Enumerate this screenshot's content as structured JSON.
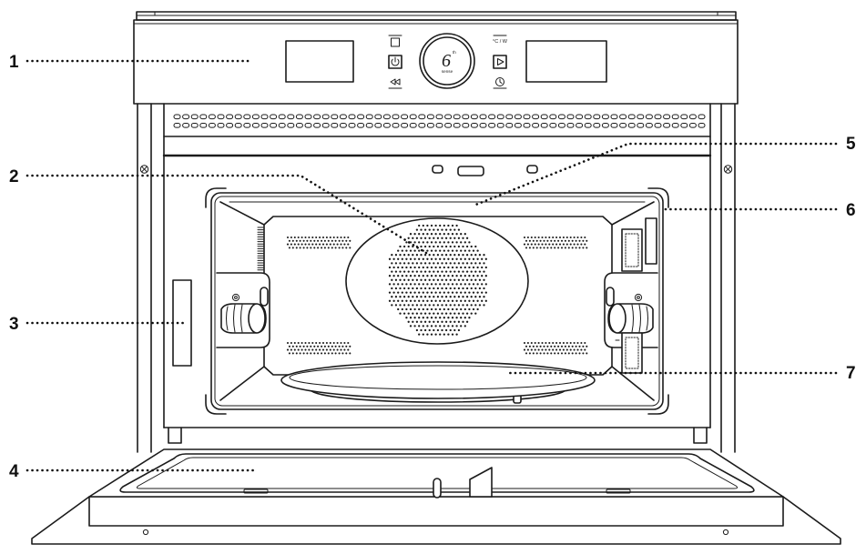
{
  "callouts": [
    "1",
    "2",
    "3",
    "4",
    "5",
    "6",
    "7"
  ],
  "control_panel": {
    "unit_label": "°C / W",
    "dial_numeral": "6",
    "dial_superscript": "th",
    "dial_word": "sense",
    "icons": {
      "left_top": "square-icon",
      "left_middle": "power-icon",
      "left_bottom": "back-icon",
      "right_middle": "play-icon",
      "right_bottom": "clock-icon"
    }
  },
  "colors": {
    "line": "#1b1b1b",
    "background": "#ffffff"
  }
}
